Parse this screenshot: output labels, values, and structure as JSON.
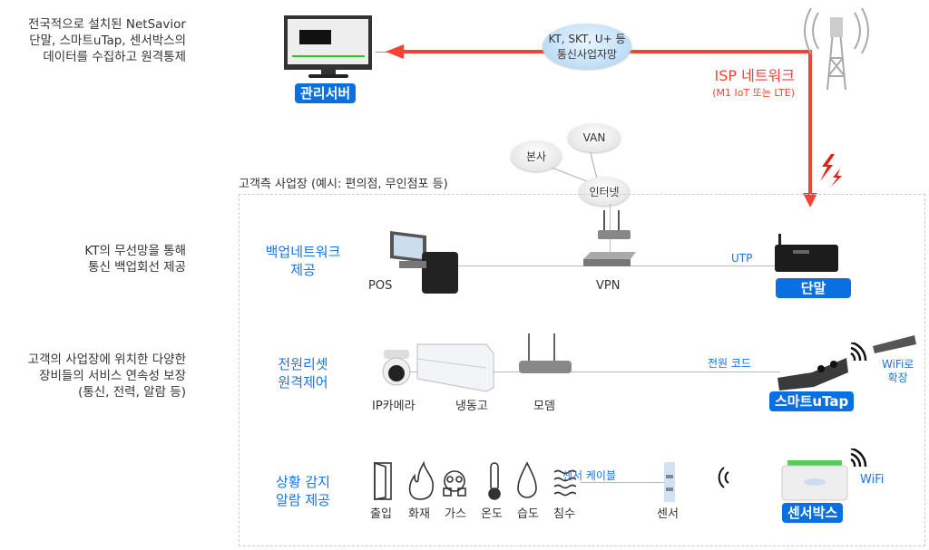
{
  "left_notes": [
    [
      "전국적으로 설치된 NetSavior",
      "단말, 스마트uTap, 센서박스의",
      "데이터를 수집하고 원격통제"
    ],
    [
      "KT의 무선망을 통해",
      "통신 백업회선 제공"
    ],
    [
      "고객의 사업장에 위치한 다양한",
      "장비들의 서비스 연속성 보장",
      "(통신, 전력, 알람 등)"
    ]
  ],
  "server": {
    "badge": "관리서버"
  },
  "carrier_cloud": [
    "KT, SKT, U+ 등",
    "통신사업자망"
  ],
  "isp": {
    "title": "ISP 네트워크",
    "subtitle": "(M1 IoT 또는 LTE)"
  },
  "clouds": {
    "hq": "본사",
    "van": "VAN",
    "internet": "인터넷"
  },
  "site_title": "고객측 사업장 (예시: 편의점, 무인점포 등)",
  "rows": {
    "backup": {
      "title": [
        "백업네트워크",
        "제공"
      ],
      "pos": "POS",
      "vpn": "VPN",
      "link": "UTP",
      "badge": "단말"
    },
    "power": {
      "title": [
        "전원리셋",
        "원격제어"
      ],
      "camera": "IP카메라",
      "freezer": "냉동고",
      "modem": "모뎀",
      "link": "전원 코드",
      "badge": "스마트uTap",
      "ext": [
        "WiFi로",
        "확장"
      ]
    },
    "alarm": {
      "title": [
        "상황 감지",
        "알람 제공"
      ],
      "sensors": [
        "출입",
        "화재",
        "가스",
        "온도",
        "습도",
        "침수"
      ],
      "link": "센서 케이블",
      "sensor": "센서",
      "badge": "센서박스",
      "wifi": "WiFi"
    }
  },
  "colors": {
    "accent": "#0a6fe0",
    "isp": "#f44336"
  }
}
